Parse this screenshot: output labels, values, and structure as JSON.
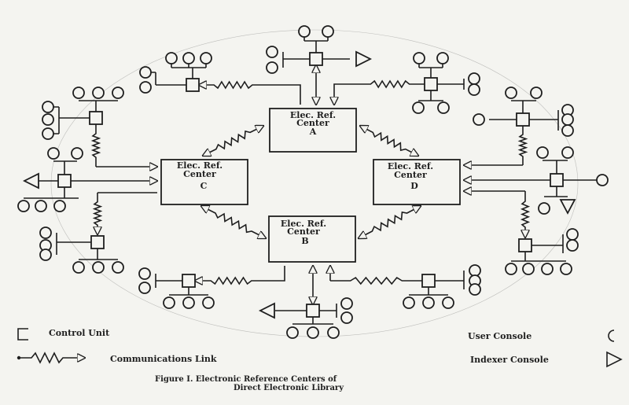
{
  "centers": {
    "A": {
      "line1": "Elec. Ref.",
      "line2": "Center",
      "letter": "A"
    },
    "B": {
      "line1": "Elec. Ref.",
      "line2": "Center",
      "letter": "B"
    },
    "C": {
      "line1": "Elec. Ref.",
      "line2": "Center",
      "letter": "C"
    },
    "D": {
      "line1": "Elec. Ref.",
      "line2": "Center",
      "letter": "D"
    }
  },
  "legend": {
    "control_unit": "Control Unit",
    "communications_link": "Communications Link",
    "user_console": "User Console",
    "indexer_console": "Indexer Console"
  },
  "caption": {
    "line1": "Figure I.   Electronic Reference Centers of",
    "line2": "Direct Electronic Library"
  },
  "colors": {
    "ink": "#1e1e1e",
    "paper": "#f4f4f0"
  }
}
